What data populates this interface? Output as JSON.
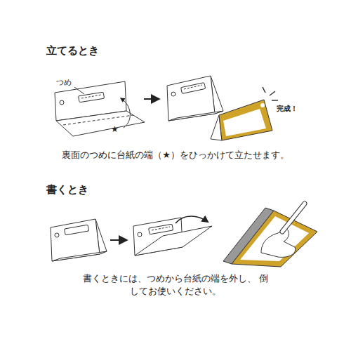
{
  "diagram": {
    "labels": [
      "立てるとき",
      "つめ",
      "★",
      "完成！",
      "裏面のつめに台紙の端（★）をひっかけて立たせます。",
      "書くとき",
      "書くときには、つめから台紙の端を外し、 倒してお使いください。"
    ]
  }
}
